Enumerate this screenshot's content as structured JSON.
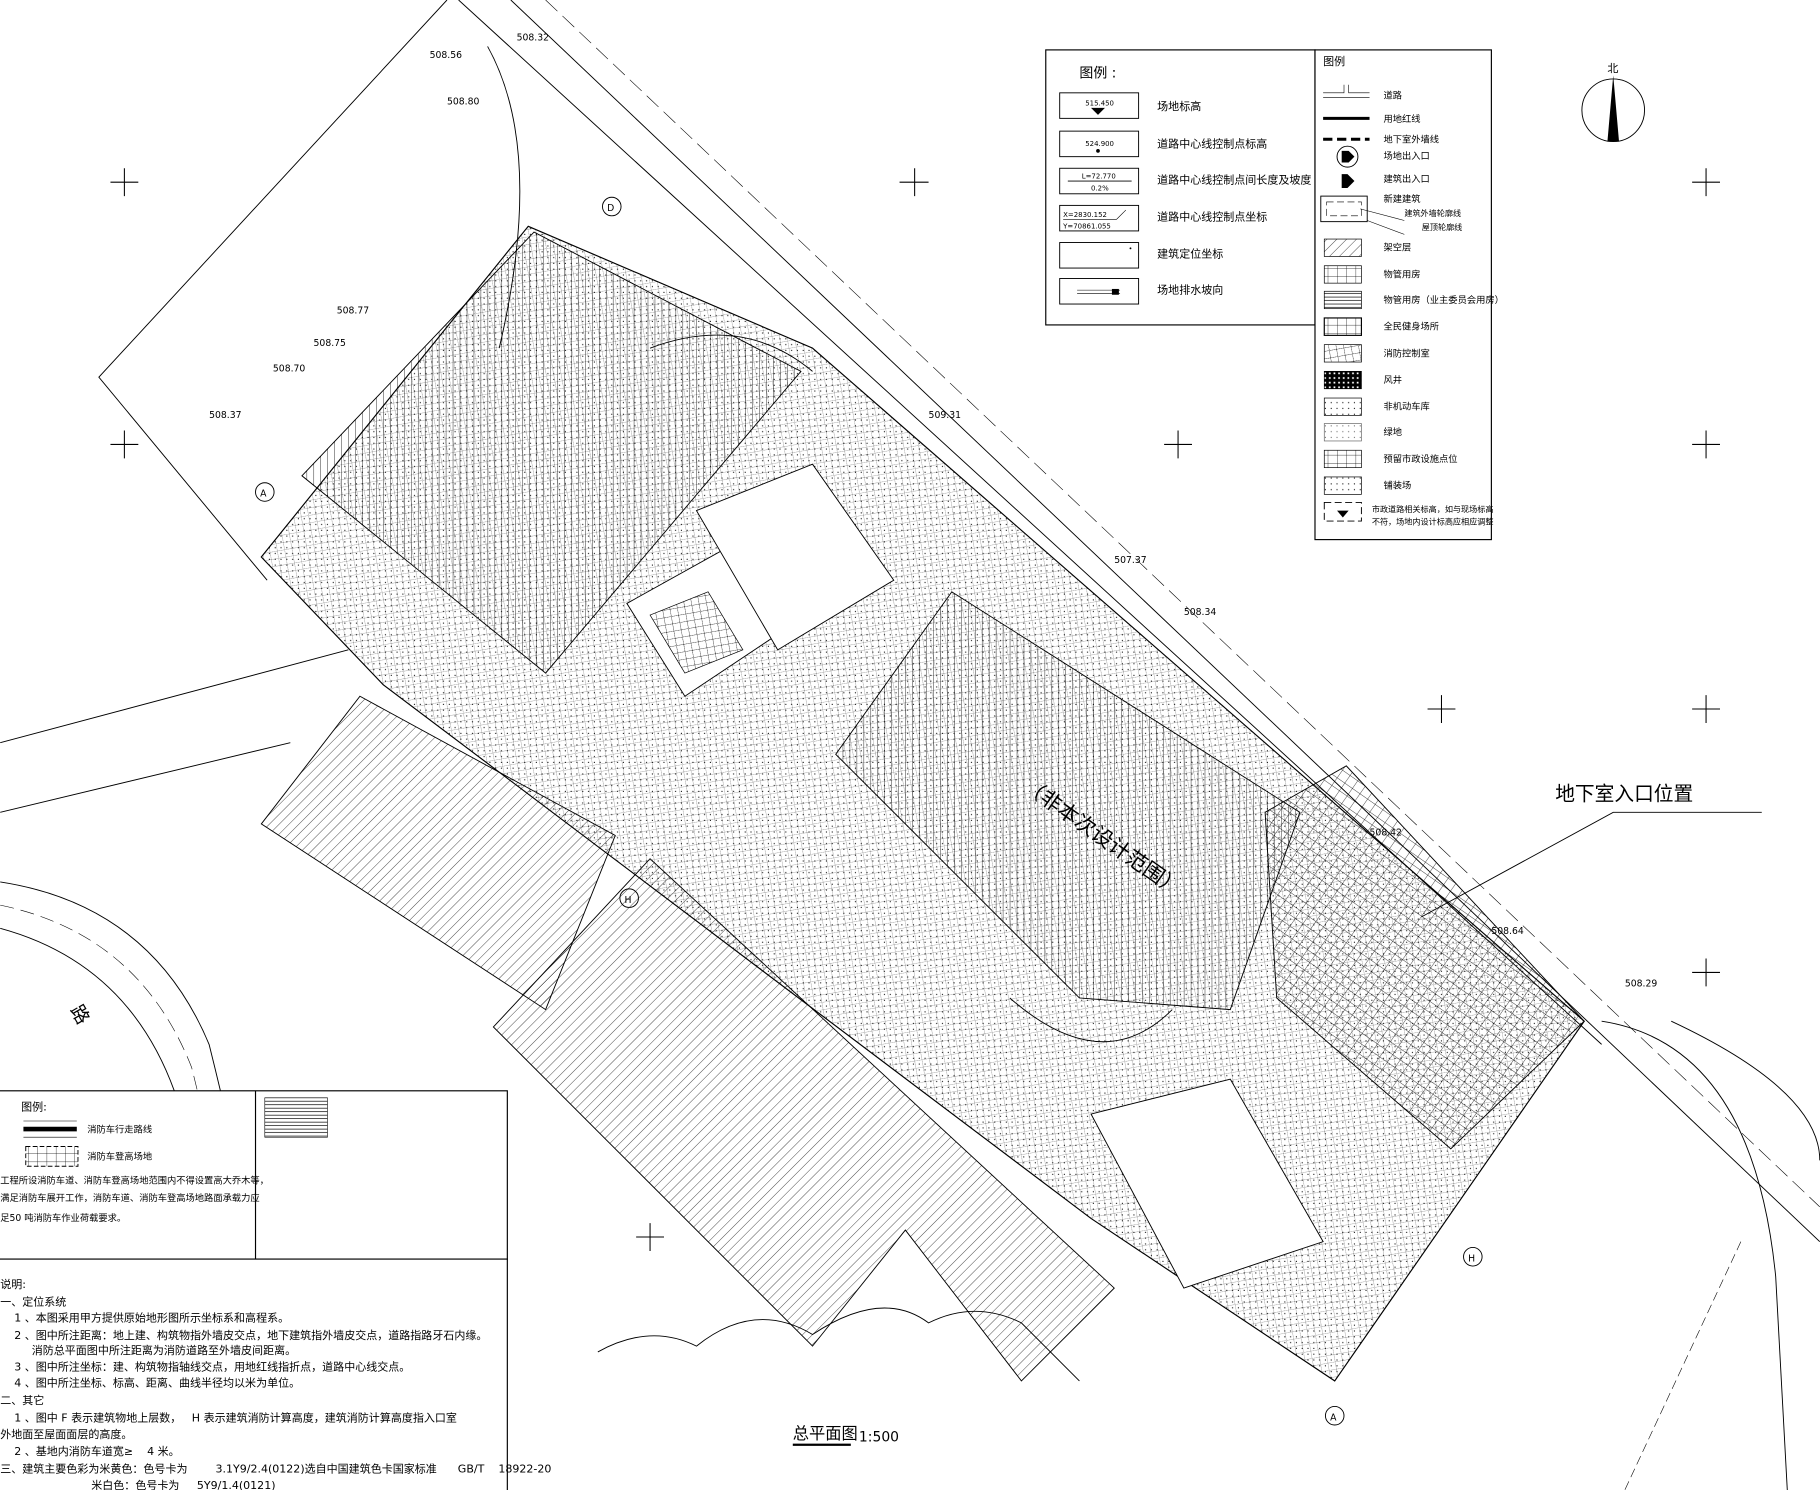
{
  "drawing": {
    "title": "总平面图",
    "scale": "1:500",
    "basement_entrance_label": "地下室入口位置",
    "out_of_scope_label": "（非本次设计范围）",
    "north_label": "北",
    "road_label": "路"
  },
  "legend_site": {
    "heading": "图例 :",
    "items": [
      {
        "label": "场地标高",
        "sample": "515.450"
      },
      {
        "label": "道路中心线控制点标高",
        "sample": "524.900"
      },
      {
        "label": "道路中心线控制点间长度及坡度",
        "sample": "L=72.770",
        "sample2": "0.2%"
      },
      {
        "label": "道路中心线控制点坐标",
        "sample": "X=2830.152",
        "sample2": "Y=70861.055"
      },
      {
        "label": "建筑定位坐标"
      },
      {
        "label": "场地排水坡向"
      }
    ]
  },
  "legend_symbols": {
    "heading": "图例",
    "items": [
      {
        "label": "道路"
      },
      {
        "label": "用地红线"
      },
      {
        "label": "地下室外墙线"
      },
      {
        "label": "场地出入口"
      },
      {
        "label": "建筑出入口"
      },
      {
        "label": "新建建筑",
        "sub1": "建筑外墙轮廓线",
        "sub2": "屋顶轮廓线"
      },
      {
        "label": "架空层"
      },
      {
        "label": "物管用房"
      },
      {
        "label": "物管用房（业主委员会用房）"
      },
      {
        "label": "全民健身场所"
      },
      {
        "label": "消防控制室"
      },
      {
        "label": "风井"
      },
      {
        "label": "非机动车库"
      },
      {
        "label": "绿地"
      },
      {
        "label": "预留市政设施点位"
      },
      {
        "label": "铺装场"
      },
      {
        "label": "市政道路相关标高，如与现场标高",
        "label2": "不符，场地内设计标高应相应调整"
      }
    ]
  },
  "legend_fire": {
    "heading": "图例:",
    "items": [
      {
        "label": "消防车行走路线"
      },
      {
        "label": "消防车登高场地"
      }
    ],
    "lines": [
      "工程所设消防车道、消防车登高场地范围内不得设置高大乔木等，",
      "满足消防车展开工作，消防车道、消防车登高场地路面承载力应",
      "足50 吨消防车作业荷载要求。"
    ]
  },
  "notes": {
    "heading": "说明:",
    "lines": [
      "一、定位系统",
      "    1 、本图采用甲方提供原始地形图所示坐标系和高程系。",
      "    2 、图中所注距离：地上建、构筑物指外墙皮交点，地下建筑指外墙皮交点，道路指路牙石内缘。",
      "         消防总平面图中所注距离为消防道路至外墙皮间距离。",
      "    3 、图中所注坐标：建、构筑物指轴线交点，用地红线指折点，道路中心线交点。",
      "    4 、图中所注坐标、标高、距离、曲线半径均以米为单位。",
      "二、其它",
      "    1 、图中 F 表示建筑物地上层数，   H 表示建筑消防计算高度，建筑消防计算高度指入口室",
      "外地面至屋面面层的高度。",
      "    2 、基地内消防车道宽≥    4 米。",
      "三、建筑主要色彩为米黄色：色号卡为        3.1Y9/2.4(0122)选自中国建筑色卡国家标准      GB/T    18922-20",
      "                          米白色：色号卡为     5Y9/1.4(0121)"
    ]
  },
  "elevations": [
    "508.56",
    "508.32",
    "508.80",
    "508.77",
    "508.75",
    "508.70",
    "508.37",
    "508.34",
    "508.64",
    "508.29",
    "508.42",
    "507.37",
    "509.31"
  ]
}
